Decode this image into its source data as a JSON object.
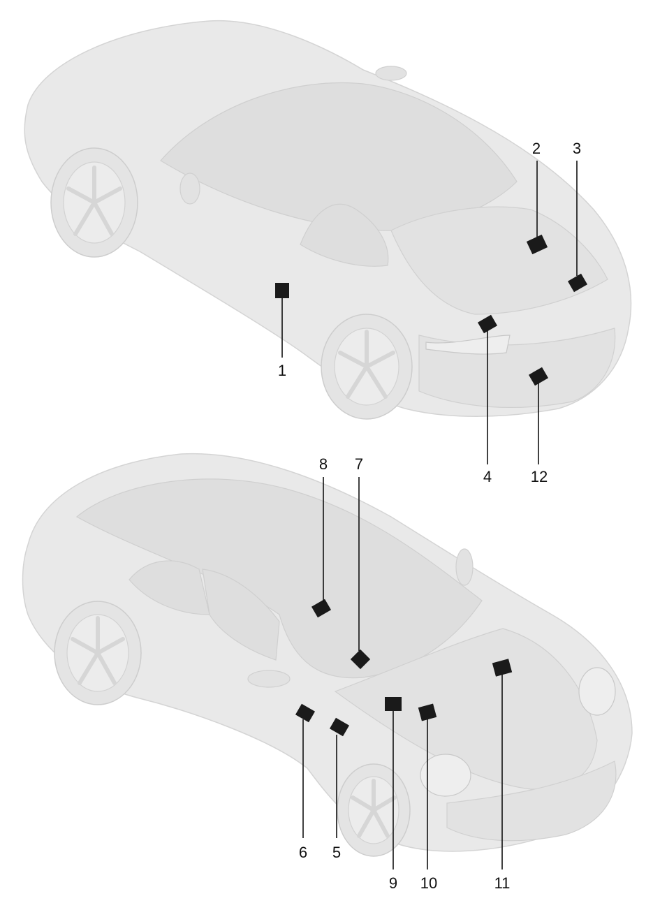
{
  "callouts": {
    "c1": "1",
    "c2": "2",
    "c3": "3",
    "c4": "4",
    "c5": "5",
    "c6": "6",
    "c7": "7",
    "c8": "8",
    "c9": "9",
    "c10": "10",
    "c11": "11",
    "c12": "12"
  },
  "colors": {
    "car": "#e9e9e9",
    "marker": "#1a1a1a",
    "label": "#111111"
  }
}
